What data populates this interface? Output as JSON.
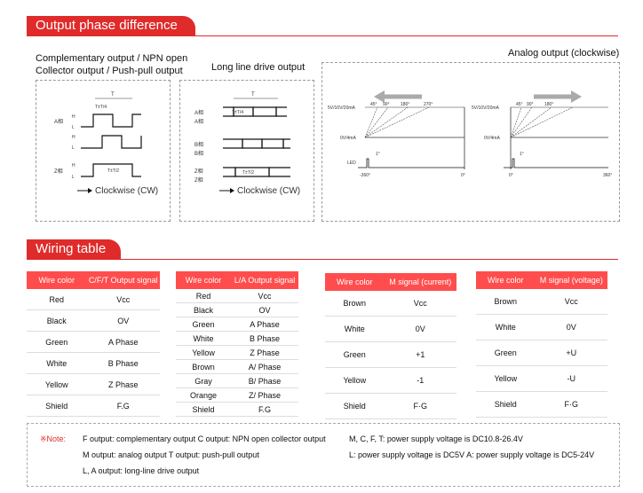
{
  "sections": {
    "output_phase": "Output phase difference",
    "wiring": "Wiring table"
  },
  "diagrams": {
    "comp_label_1": "Complementary output / NPN open",
    "comp_label_2": "Collector output / Push-pull output",
    "line_label": "Long line drive output",
    "analog_label": "Analog output (clockwise)",
    "clockwise": "Clockwise (CW)",
    "T": "T",
    "quarter": "T±T/4",
    "half": "T±T/2",
    "phase_a": "A相",
    "phase_abar": "A相",
    "phase_b": "B相",
    "phase_bbar": "B相",
    "phase_z": "Z相",
    "phase_zbar": "Z相",
    "H": "H",
    "L": "L",
    "v_top": "5V/10V/20mA",
    "v_bottom": "0V/4mA",
    "angle_45": "45°",
    "angle_90": "90°",
    "angle_180": "180°",
    "angle_270": "270°",
    "angle_360": "360°",
    "neg360": "-360°",
    "zero": "0°",
    "pos360": "360°",
    "led": "LED",
    "one_deg": "1°"
  },
  "tables": [
    {
      "headers": [
        "Wire color",
        "C/F/T Output signal"
      ],
      "rows": [
        [
          "Red",
          "Vcc"
        ],
        [
          "Black",
          "OV"
        ],
        [
          "Green",
          "A Phase"
        ],
        [
          "White",
          "B Phase"
        ],
        [
          "Yellow",
          "Z Phase"
        ],
        [
          "Shield",
          "F.G"
        ]
      ]
    },
    {
      "headers": [
        "Wire color",
        "L/A Output signal"
      ],
      "rows": [
        [
          "Red",
          "Vcc"
        ],
        [
          "Black",
          "OV"
        ],
        [
          "Green",
          "A Phase"
        ],
        [
          "White",
          "B Phase"
        ],
        [
          "Yellow",
          "Z Phase"
        ],
        [
          "Brown",
          "A/ Phase"
        ],
        [
          "Gray",
          "B/ Phase"
        ],
        [
          "Orange",
          "Z/ Phase"
        ],
        [
          "Shield",
          "F.G"
        ]
      ]
    },
    {
      "headers": [
        "Wire color",
        "M signal (current)"
      ],
      "rows": [
        [
          "Brown",
          "Vcc"
        ],
        [
          "White",
          "0V"
        ],
        [
          "Green",
          "+1"
        ],
        [
          "Yellow",
          "-1"
        ],
        [
          "Shield",
          "F·G"
        ]
      ]
    },
    {
      "headers": [
        "Wire color",
        "M signal (voltage)"
      ],
      "rows": [
        [
          "Brown",
          "Vcc"
        ],
        [
          "White",
          "0V"
        ],
        [
          "Green",
          "+U"
        ],
        [
          "Yellow",
          "-U"
        ],
        [
          "Shield",
          "F·G"
        ]
      ]
    }
  ],
  "note": {
    "label": "※Note:",
    "line1": "F output: complementary output C output: NPN open collector output",
    "line2": "M output: analog output T output: push-pull output",
    "line3": "L, A output: long-line drive output",
    "line4": "M, C, F, T: power supply voltage is DC10.8-26.4V",
    "line5": "L: power supply voltage is DC5V A: power supply voltage is DC5-24V"
  },
  "colors": {
    "accent": "#e02b2b",
    "header": "#ff4d4d",
    "arrow": "#aaaaaa"
  }
}
